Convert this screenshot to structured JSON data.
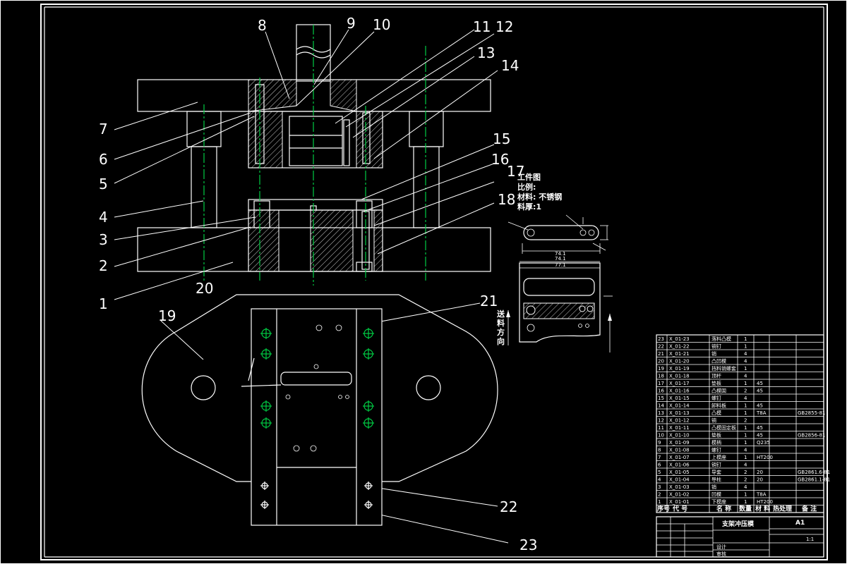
{
  "callouts": [
    {
      "n": "1"
    },
    {
      "n": "2"
    },
    {
      "n": "3"
    },
    {
      "n": "4"
    },
    {
      "n": "5"
    },
    {
      "n": "6"
    },
    {
      "n": "7"
    },
    {
      "n": "8"
    },
    {
      "n": "9"
    },
    {
      "n": "10"
    },
    {
      "n": "11"
    },
    {
      "n": "12"
    },
    {
      "n": "13"
    },
    {
      "n": "14"
    },
    {
      "n": "15"
    },
    {
      "n": "16"
    },
    {
      "n": "17"
    },
    {
      "n": "18"
    },
    {
      "n": "19"
    },
    {
      "n": "20"
    },
    {
      "n": "21"
    },
    {
      "n": "22"
    },
    {
      "n": "23"
    }
  ],
  "workpiece_notes": {
    "title": "工件图",
    "scale": "比例:",
    "material": "材料: 不锈钢",
    "thickness": "料厚:1"
  },
  "feed_direction": [
    "送",
    "料",
    "方",
    "向"
  ],
  "strip_dims": {
    "len_top": "74.1",
    "len_top2": "77.1",
    "len_bottom": "74.1"
  },
  "parts_list": {
    "header": [
      "序号",
      "代 号",
      "名 称",
      "数量",
      "材 料",
      "热处理",
      "备 注"
    ],
    "rows": [
      {
        "no": "23",
        "code": "X_01-23",
        "name": "落料凸模",
        "qty": "1",
        "mat": "",
        "note": ""
      },
      {
        "no": "22",
        "code": "X_01-22",
        "name": "销钉",
        "qty": "1",
        "mat": "",
        "note": ""
      },
      {
        "no": "21",
        "code": "X_01-21",
        "name": "销",
        "qty": "4",
        "mat": "",
        "note": ""
      },
      {
        "no": "20",
        "code": "X_01-20",
        "name": "凸凹模",
        "qty": "4",
        "mat": "",
        "note": ""
      },
      {
        "no": "19",
        "code": "X_01-19",
        "name": "挡料销螺套",
        "qty": "1",
        "mat": "",
        "note": ""
      },
      {
        "no": "18",
        "code": "X_01-18",
        "name": "顶杆",
        "qty": "4",
        "mat": "",
        "note": ""
      },
      {
        "no": "17",
        "code": "X_01-17",
        "name": "垫板",
        "qty": "1",
        "mat": "45",
        "note": ""
      },
      {
        "no": "16",
        "code": "X_01-16",
        "name": "凸模固",
        "qty": "2",
        "mat": "45",
        "note": ""
      },
      {
        "no": "15",
        "code": "X_01-15",
        "name": "螺钉",
        "qty": "4",
        "mat": "",
        "note": ""
      },
      {
        "no": "14",
        "code": "X_01-14",
        "name": "卸料板",
        "qty": "1",
        "mat": "45",
        "note": ""
      },
      {
        "no": "13",
        "code": "X_01-13",
        "name": "凸模",
        "qty": "1",
        "mat": "T8A",
        "note": "GB2855-81"
      },
      {
        "no": "12",
        "code": "X_01-12",
        "name": "销",
        "qty": "2",
        "mat": "",
        "note": ""
      },
      {
        "no": "11",
        "code": "X_01-11",
        "name": "凸模固定板",
        "qty": "1",
        "mat": "45",
        "note": ""
      },
      {
        "no": "10",
        "code": "X_01-10",
        "name": "垫板",
        "qty": "1",
        "mat": "45",
        "note": "GB2856-81"
      },
      {
        "no": "9",
        "code": "X_01-09",
        "name": "模柄",
        "qty": "1",
        "mat": "Q235",
        "note": ""
      },
      {
        "no": "8",
        "code": "X_01-08",
        "name": "螺钉",
        "qty": "4",
        "mat": "",
        "note": ""
      },
      {
        "no": "7",
        "code": "X_01-07",
        "name": "上模座",
        "qty": "1",
        "mat": "HT200",
        "note": ""
      },
      {
        "no": "6",
        "code": "X_01-06",
        "name": "销钉",
        "qty": "4",
        "mat": "",
        "note": ""
      },
      {
        "no": "5",
        "code": "X_01-05",
        "name": "导套",
        "qty": "2",
        "mat": "20",
        "note": "GB2861.6-81"
      },
      {
        "no": "4",
        "code": "X_01-04",
        "name": "导柱",
        "qty": "2",
        "mat": "20",
        "note": "GB2861.1-81"
      },
      {
        "no": "3",
        "code": "X_01-03",
        "name": "销",
        "qty": "4",
        "mat": "",
        "note": ""
      },
      {
        "no": "2",
        "code": "X_01-02",
        "name": "凹模",
        "qty": "1",
        "mat": "T8A",
        "note": ""
      },
      {
        "no": "1",
        "code": "X_01-01",
        "name": "下模座",
        "qty": "1",
        "mat": "HT200",
        "note": ""
      }
    ]
  },
  "title_block": {
    "drawing_name": "支架冲压模",
    "sheet": "A1",
    "scale": "1:1",
    "labels": [
      "设计",
      "审核"
    ]
  },
  "colors": {
    "background": "#000000",
    "line": "#ffffff",
    "centerline": "#00cc44"
  }
}
